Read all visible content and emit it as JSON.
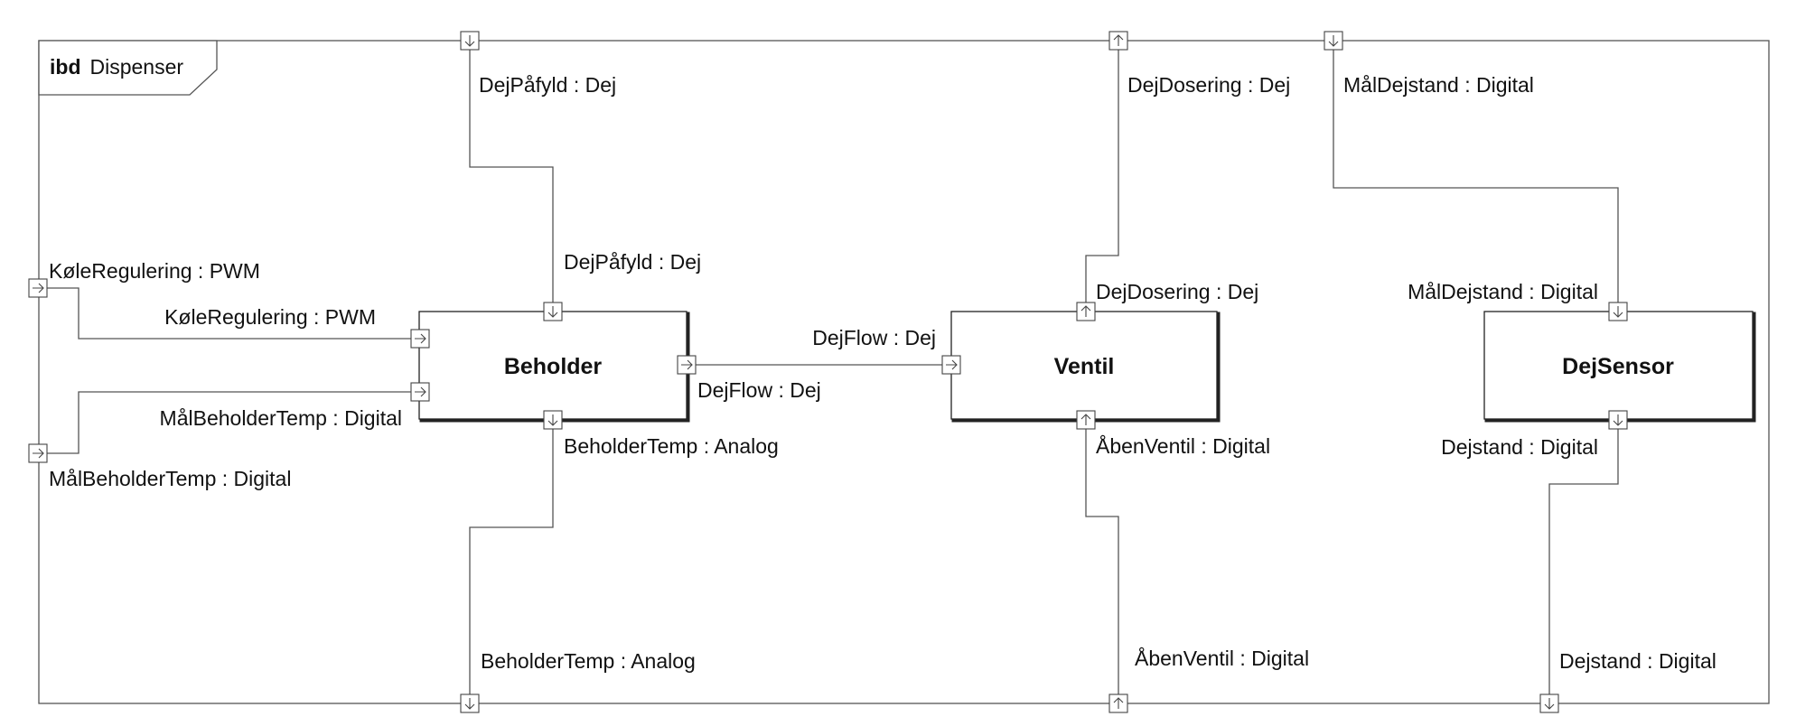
{
  "diagram": {
    "frame": {
      "keyword": "ibd",
      "name": "Dispenser"
    },
    "blocks": {
      "beholder": "Beholder",
      "ventil": "Ventil",
      "dejsensor": "DejSensor"
    },
    "ports": {
      "top_dejpafyld": "DejPåfyld : Dej",
      "top_dejdosering": "DejDosering : Dej",
      "top_maldejstand": "MålDejstand : Digital",
      "left_koleregulering": "KøleRegulering : PWM",
      "left_malbeholdertemp": "MålBeholderTemp : Digital",
      "bottom_beholdertemp": "BeholderTemp : Analog",
      "bottom_abenventil": "ÅbenVentil : Digital",
      "bottom_dejstand": "Dejstand : Digital",
      "beholder_dejpafyld": "DejPåfyld : Dej",
      "beholder_koleregulering": "KøleRegulering : PWM",
      "beholder_malbeholdertemp": "MålBeholderTemp : Digital",
      "beholder_beholdertemp": "BeholderTemp : Analog",
      "beholder_dejflow_out": "DejFlow : Dej",
      "ventil_dejflow_in": "DejFlow : Dej",
      "ventil_dejdosering": "DejDosering : Dej",
      "ventil_abenventil": "ÅbenVentil : Digital",
      "sensor_maldejstand": "MålDejstand : Digital",
      "sensor_dejstand": "Dejstand : Digital"
    }
  }
}
